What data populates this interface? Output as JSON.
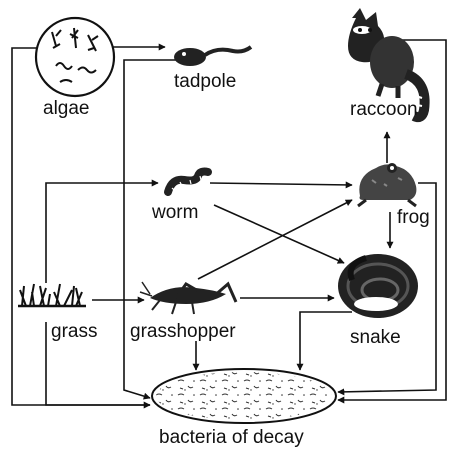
{
  "organisms": {
    "algae": "algae",
    "tadpole": "tadpole",
    "raccoon": "raccoon",
    "worm": "worm",
    "frog": "frog",
    "grass": "grass",
    "grasshopper": "grasshopper",
    "snake": "snake",
    "bacteria": "bacteria of decay"
  },
  "links": [
    {
      "from": "algae",
      "to": "tadpole"
    },
    {
      "from": "algae",
      "to": "bacteria"
    },
    {
      "from": "tadpole",
      "to": "bacteria"
    },
    {
      "from": "raccoon",
      "to": "bacteria"
    },
    {
      "from": "frog",
      "to": "raccoon"
    },
    {
      "from": "frog",
      "to": "snake"
    },
    {
      "from": "frog",
      "to": "bacteria"
    },
    {
      "from": "worm",
      "to": "frog"
    },
    {
      "from": "worm",
      "to": "snake"
    },
    {
      "from": "grass",
      "to": "worm"
    },
    {
      "from": "grass",
      "to": "grasshopper"
    },
    {
      "from": "grass",
      "to": "bacteria"
    },
    {
      "from": "grasshopper",
      "to": "frog"
    },
    {
      "from": "grasshopper",
      "to": "snake"
    },
    {
      "from": "grasshopper",
      "to": "bacteria"
    },
    {
      "from": "snake",
      "to": "bacteria"
    }
  ],
  "colors": {
    "ink": "#111111",
    "background": "#ffffff"
  }
}
